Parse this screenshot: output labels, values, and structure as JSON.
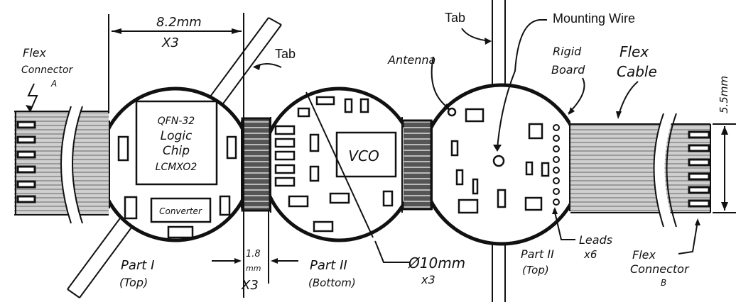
{
  "labels": {
    "flex_connector_a": [
      "Flex",
      "Connector",
      "A"
    ],
    "width_dim": "8.2mm",
    "width_mult": "X3",
    "tab_left": "Tab",
    "tab_top": "Tab",
    "mounting_wire": "Mounting Wire",
    "antenna": "Antenna",
    "rigid_board": [
      "Rigid",
      "Board"
    ],
    "flex_cable": [
      "Flex",
      "Cable"
    ],
    "height_dim": "5.5mm",
    "chip": [
      "QFN-32",
      "Logic",
      "Chip",
      "LCMXO2"
    ],
    "converter": "Converter",
    "vco": "VCO",
    "gap_dim": [
      "1.8",
      "mm",
      "X3"
    ],
    "part1": [
      "Part I",
      "(Top)"
    ],
    "part2_bottom": [
      "Part II",
      "(Bottom)"
    ],
    "part2_top": [
      "Part II",
      "(Top)"
    ],
    "diameter": [
      "Ø10mm",
      "x3"
    ],
    "leads": [
      "Leads",
      "x6"
    ],
    "flex_connector_b": [
      "Flex",
      "Connector",
      "B"
    ]
  },
  "colors": {
    "ink": "#111111",
    "paper": "#ffffff",
    "hatch": "#555555"
  }
}
